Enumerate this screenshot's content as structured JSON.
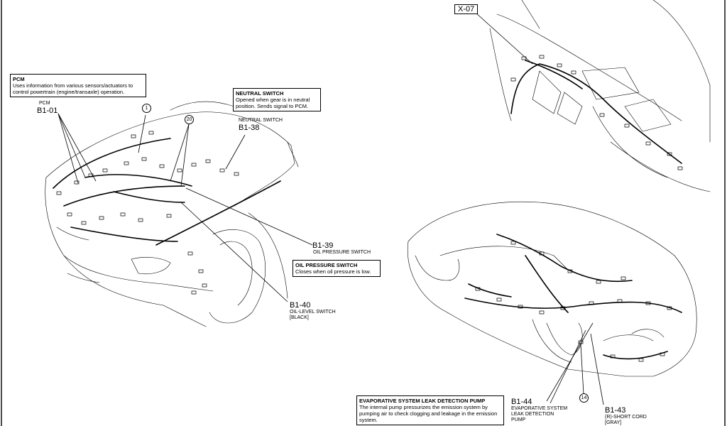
{
  "pcm": {
    "title": "PCM",
    "desc": "Uses information from various sensors/actuators to control powertrain (engine/transaxle) operation.",
    "small": "PCM",
    "code": "B1-01"
  },
  "neutral_switch": {
    "title": "NEUTRAL SWITCH",
    "desc": "Opened when gear is in neutral position. Sends signal to PCM.",
    "small": "NEUTRAL SWITCH",
    "code": "B1-38"
  },
  "oil_pressure_switch": {
    "title": "OIL PRESSURE SWITCH",
    "desc": "Closes when oil pressure is low.",
    "small": "OIL PRESSURE SWITCH",
    "code": "B1-39"
  },
  "oil_level_switch": {
    "code": "B1-40",
    "small1": "OIL-LEVEL SWITCH",
    "small2": "[BLACK]"
  },
  "evap_pump": {
    "title": "EVAPORATIVE SYSTEM LEAK DETECTION PUMP",
    "desc": "The internal pump pressurizes the emission system by pumping air to check clogging and leakage in the emission system.",
    "code": "B1-44",
    "small1": "EVAPORATIVE SYSTEM",
    "small2": "LEAK DETECTION",
    "small3": "PUMP"
  },
  "short_cord": {
    "code": "B1-43",
    "small1": "(R)-SHORT CORD",
    "small2": "[GRAY]"
  },
  "top_right": {
    "code": "X-07"
  },
  "callouts": {
    "c1": "1",
    "c20": "20",
    "c14": "14"
  }
}
